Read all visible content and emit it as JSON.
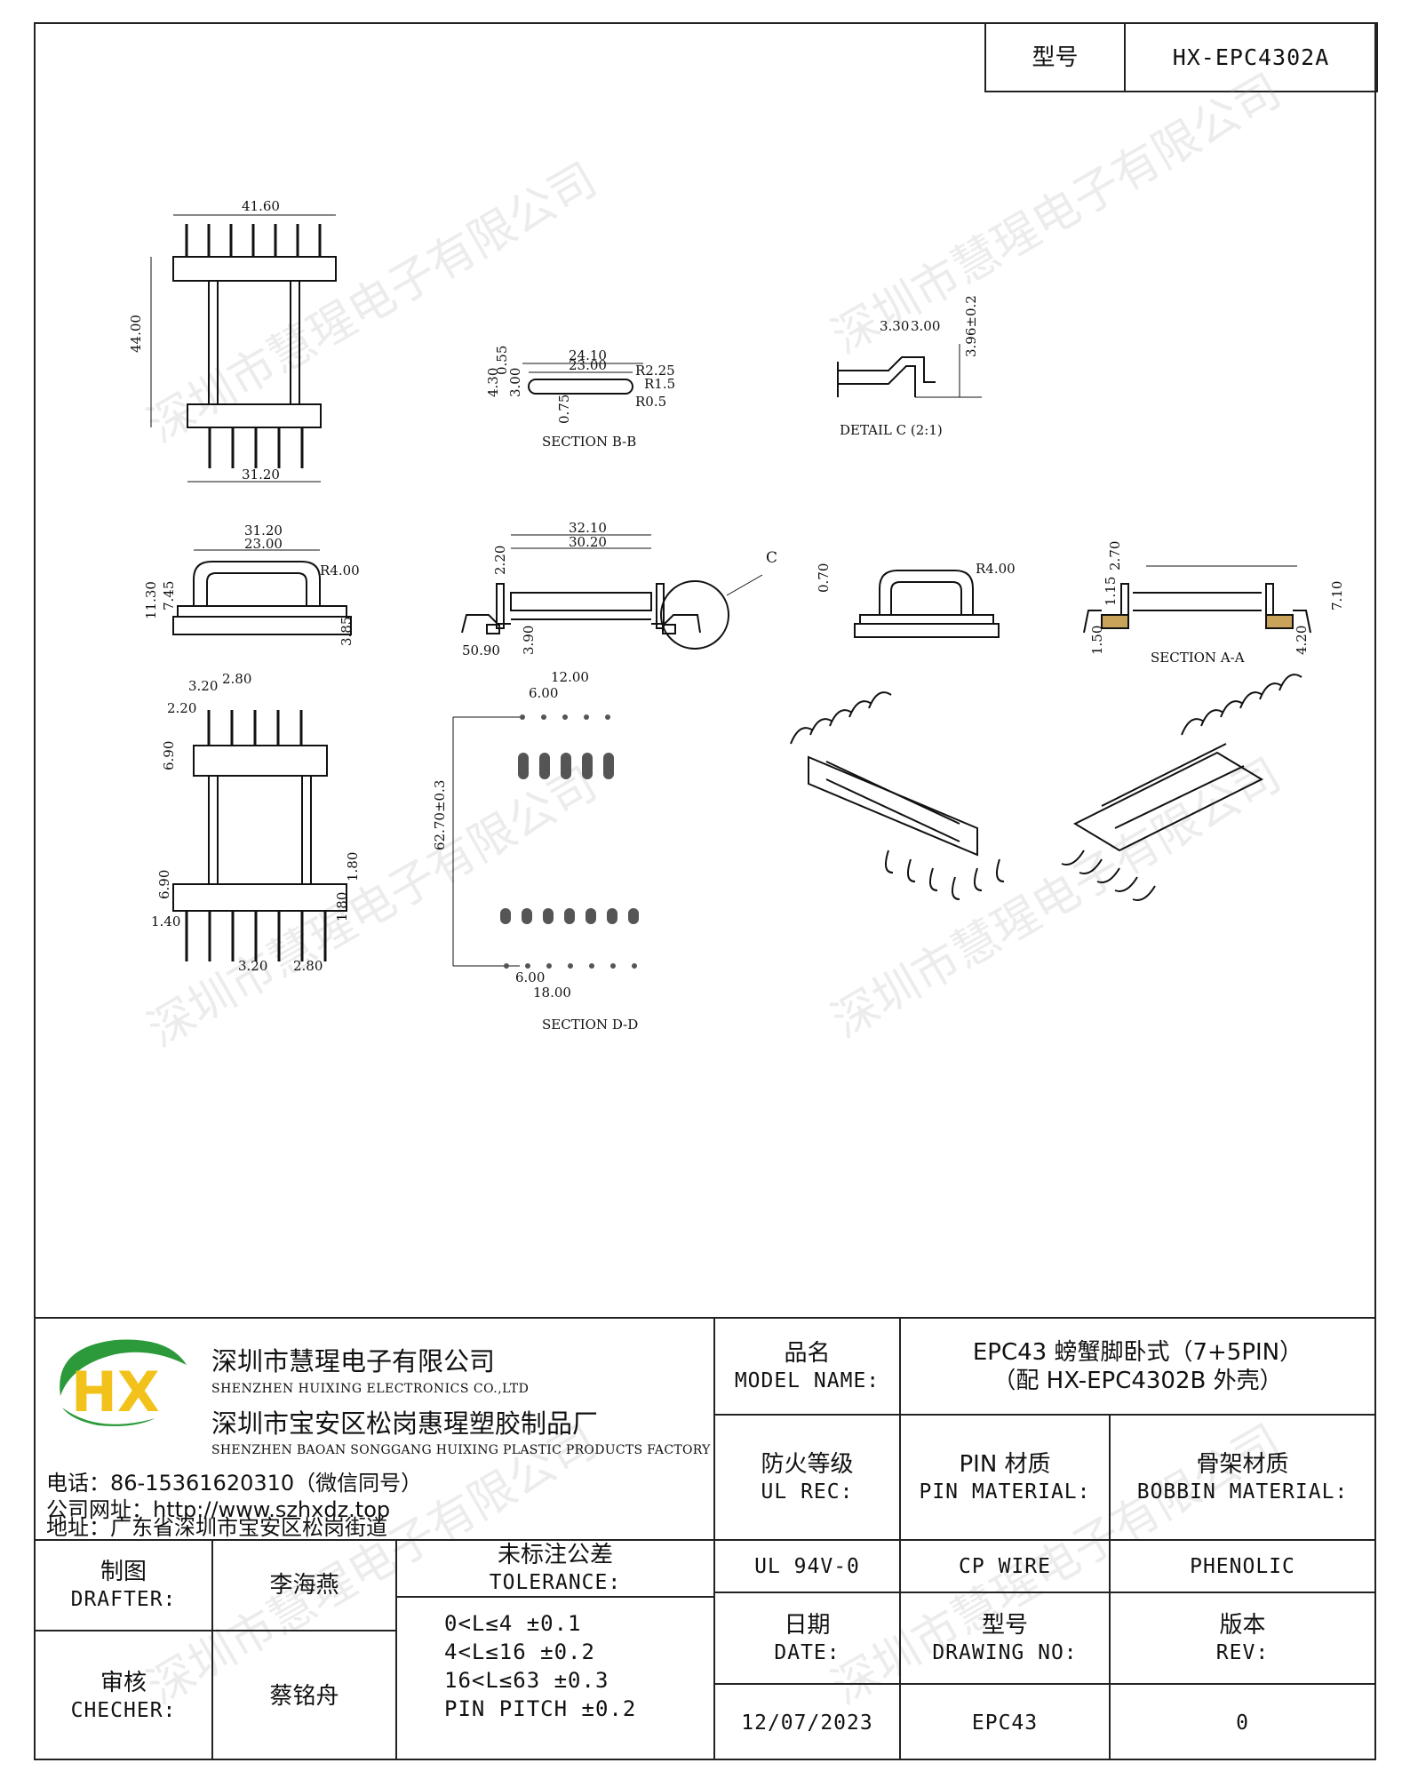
{
  "title_block_top": {
    "model_label": "型号",
    "model_value": "HX-EPC4302A"
  },
  "watermark": "深圳市慧瑆电子有限公司",
  "drawing_labels": {
    "section_bb": "SECTION B-B",
    "detail_c": "DETAIL C (2:1)",
    "section_aa": "SECTION A-A",
    "section_dd": "SECTION D-D",
    "callout_c": "C",
    "dims": {
      "d4160": "41.60",
      "d4400": "44.00",
      "d3120a": "31.20",
      "d2410": "24.10",
      "d2300a": "23.00",
      "d055": "0.55",
      "d030": "3.00",
      "d430": "4.30",
      "d075": "0.75",
      "dr225": "R2.25",
      "dr15": "R1.5",
      "dr05": "R0.5",
      "d330": "3.30",
      "d300": "3.00",
      "d396": "3.96±0.2",
      "d3120b": "31.20",
      "d2300b": "23.00",
      "d745": "7.45",
      "d1130": "11.30",
      "d440a": "R4.00",
      "d385": "3.85",
      "d3210": "32.10",
      "d3020": "30.20",
      "d220a": "2.20",
      "d390": "3.90",
      "d5090": "50.90",
      "d070": "0.70",
      "d440b": "R4.00",
      "d270": "2.70",
      "d115": "1.15",
      "d710": "7.10",
      "d150": "1.50",
      "d420": "4.20",
      "d320a": "3.20",
      "d280a": "2.80",
      "d220b": "2.20",
      "d690a": "6.90",
      "d690b": "6.90",
      "d140": "1.40",
      "d180a": "1.80",
      "d180b": "1.80",
      "d320b": "3.20",
      "d280b": "2.80",
      "d1200": "12.00",
      "d600a": "6.00",
      "d6270": "62.70±0.3",
      "d600b": "6.00",
      "d1800": "18.00"
    }
  },
  "company": {
    "logo_text": "HX",
    "name_cn": "深圳市慧瑆电子有限公司",
    "name_en": "SHENZHEN HUIXING ELECTRONICS CO.,LTD",
    "factory_cn": "深圳市宝安区松岗惠瑆塑胶制品厂",
    "factory_en": "SHENZHEN BAOAN SONGGANG HUIXING PLASTIC PRODUCTS FACTORY",
    "phone": "电话：86-15361620310（微信同号）",
    "website": "公司网址：http://www.szhxdz.top",
    "address": "地址：广东省深圳市宝安区松岗街道"
  },
  "model_name": {
    "label_cn": "品名",
    "label_en": "MODEL NAME:",
    "value_line1": "EPC43 螃蟹脚卧式（7+5PIN）",
    "value_line2": "（配 HX-EPC4302B 外壳）"
  },
  "spec_headers": {
    "ul_cn": "防火等级",
    "ul_en": "UL REC:",
    "pin_cn": "PIN 材质",
    "pin_en": "PIN MATERIAL:",
    "bobbin_cn": "骨架材质",
    "bobbin_en": "BOBBIN MATERIAL:"
  },
  "spec_values": {
    "ul": "UL 94V-0",
    "pin": "CP WIRE",
    "bobbin": "PHENOLIC"
  },
  "drafter": {
    "label_cn": "制图",
    "label_en": "DRAFTER:",
    "name": "李海燕"
  },
  "checker": {
    "label_cn": "审核",
    "label_en": "CHECHER:",
    "name": "蔡铭舟"
  },
  "tolerance": {
    "label_cn": "未标注公差",
    "label_en": "TOLERANCE:",
    "rows": [
      "0<L≤4  ±0.1",
      "4<L≤16  ±0.2",
      "16<L≤63  ±0.3",
      "PIN PITCH  ±0.2"
    ]
  },
  "date": {
    "label_cn": "日期",
    "label_en": "DATE:",
    "value": "12/07/2023"
  },
  "drawing_no": {
    "label_cn": "型号",
    "label_en": "DRAWING NO:",
    "value": "EPC43"
  },
  "revision": {
    "label_cn": "版本",
    "label_en": "REV:",
    "value": "0"
  }
}
